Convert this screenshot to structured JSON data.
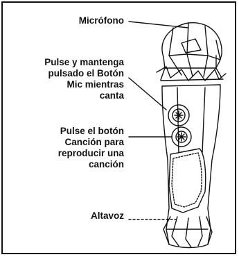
{
  "labels": {
    "microphone": "Micrófono",
    "mic_button": [
      "Pulse y mantenga",
      "pulsado el Botón",
      "Mic mientras",
      "canta"
    ],
    "song_button": [
      "Pulse el botón",
      "Canción para",
      "reproducir una",
      "canción"
    ],
    "speaker": "Altavoz"
  },
  "colors": {
    "ink": "#111111",
    "background": "#ffffff"
  }
}
